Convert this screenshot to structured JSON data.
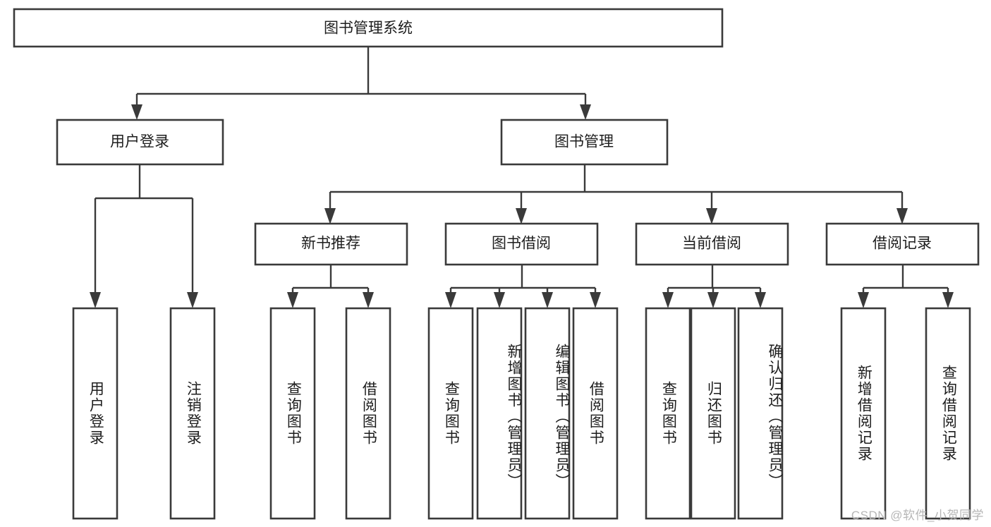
{
  "diagram": {
    "type": "hierarchy-tree",
    "title": "图书管理系统",
    "root": {
      "label": "图书管理系统"
    },
    "level2": [
      {
        "label": "用户登录"
      },
      {
        "label": "图书管理"
      }
    ],
    "level3": [
      {
        "label": "新书推荐"
      },
      {
        "label": "图书借阅"
      },
      {
        "label": "当前借阅"
      },
      {
        "label": "借阅记录"
      }
    ],
    "leaves": {
      "user_login": [
        {
          "label": "用户登录"
        },
        {
          "label": "注销登录"
        }
      ],
      "new_book_recommend": [
        {
          "label": "查询图书"
        },
        {
          "label": "借阅图书"
        }
      ],
      "book_borrow": [
        {
          "label": "查询图书"
        },
        {
          "label": "新增图书（管理员）"
        },
        {
          "label": "编辑图书（管理员）"
        },
        {
          "label": "借阅图书"
        }
      ],
      "current_borrow": [
        {
          "label": "查询图书"
        },
        {
          "label": "归还图书"
        },
        {
          "label": "确认归还（管理员）"
        }
      ],
      "borrow_record": [
        {
          "label": "新增借阅记录"
        },
        {
          "label": "查询借阅记录"
        }
      ]
    }
  },
  "watermark": {
    "text": "CSDN @软件_小贺同学"
  },
  "colors": {
    "box_stroke": "#3a3a3a",
    "box_fill": "#ffffff",
    "text": "#1d1d1d",
    "watermark": "#b6b6b6",
    "background": "#ffffff"
  }
}
